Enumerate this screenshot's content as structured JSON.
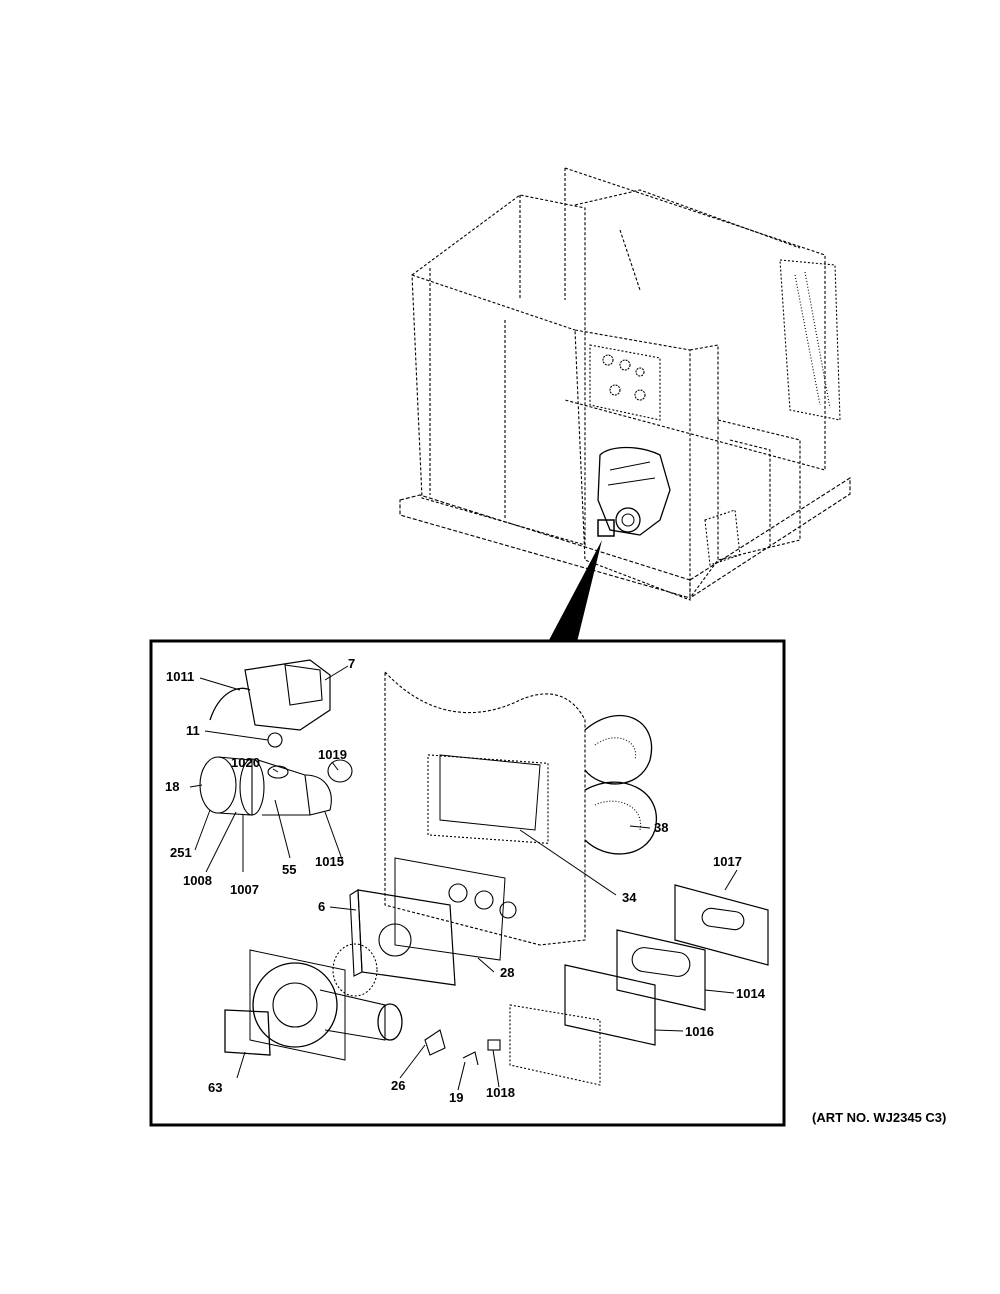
{
  "art_number": "(ART NO. WJ2345 C3)",
  "callouts": {
    "c1011": "1011",
    "c7": "7",
    "c11": "11",
    "c1020": "1020",
    "c1019": "1019",
    "c18": "18",
    "c251": "251",
    "c1008": "1008",
    "c1007": "1007",
    "c55": "55",
    "c1015": "1015",
    "c38": "38",
    "c34": "34",
    "c1017": "1017",
    "c6": "6",
    "c28": "28",
    "c1014": "1014",
    "c1016": "1016",
    "c63": "63",
    "c26": "26",
    "c19": "19",
    "c1018": "1018"
  }
}
